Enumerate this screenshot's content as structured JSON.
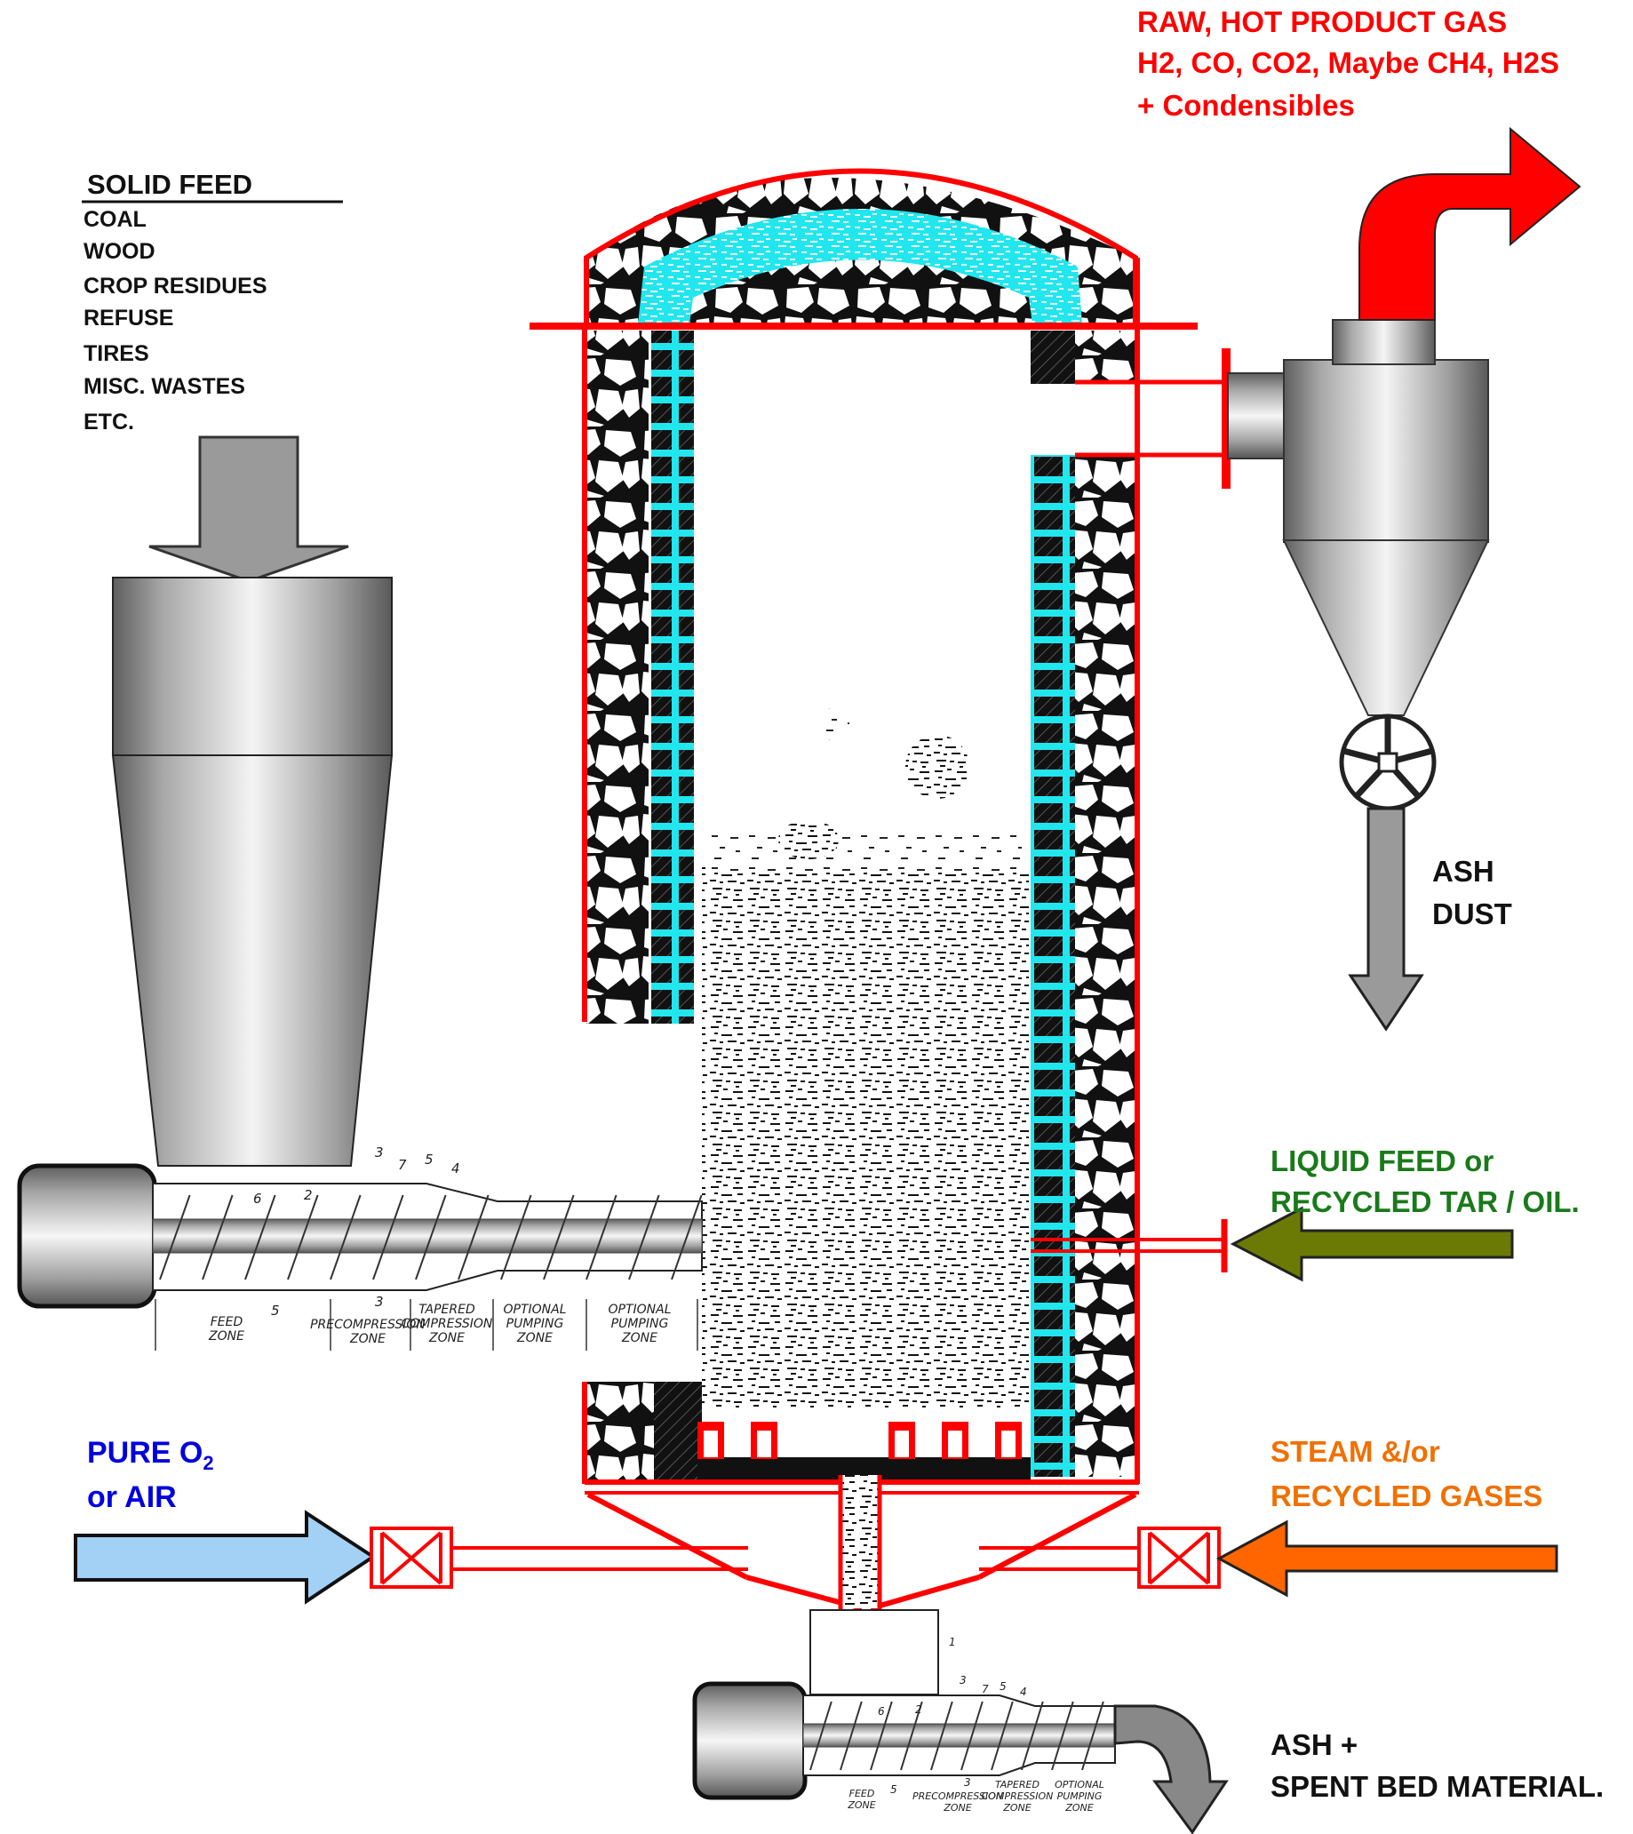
{
  "labels": {
    "product_gas": [
      "RAW, HOT PRODUCT GAS",
      "H2, CO, CO2, Maybe CH4, H2S",
      "+ Condensibles"
    ],
    "solid_feed_title": "SOLID FEED",
    "solid_feed_items": [
      "COAL",
      "WOOD",
      "CROP RESIDUES",
      "REFUSE",
      "TIRES",
      "MISC. WASTES",
      "ETC."
    ],
    "ash_dust": [
      "ASH",
      "DUST"
    ],
    "liquid_feed": [
      "LIQUID FEED or",
      "RECYCLED TAR / OIL."
    ],
    "oxygen": {
      "line1_prefix": "PURE  O",
      "line1_sub": "2",
      "line2": "or AIR"
    },
    "steam": [
      "STEAM   &/or",
      "RECYCLED GASES"
    ],
    "ash_out": [
      "ASH +",
      "SPENT BED MATERIAL."
    ]
  },
  "screw_feeder": {
    "zones": [
      [
        "FEED",
        "ZONE"
      ],
      [
        "PRECOMPRESSION",
        "ZONE"
      ],
      [
        "TAPERED",
        "COMPRESSION",
        "ZONE"
      ],
      [
        "OPTIONAL",
        "PUMPING",
        "ZONE"
      ],
      [
        "OPTIONAL",
        "PUMPING",
        "ZONE"
      ]
    ],
    "callouts": [
      "3",
      "6",
      "2",
      "7",
      "5",
      "4",
      "5",
      "3"
    ]
  },
  "ash_screw": {
    "zones": [
      [
        "FEED",
        "ZONE"
      ],
      [
        "PRECOMPRESSION",
        "ZONE"
      ],
      [
        "TAPERED",
        "COMPRESSION",
        "ZONE"
      ],
      [
        "OPTIONAL",
        "PUMPING",
        "ZONE"
      ]
    ],
    "callouts": [
      "1",
      "3",
      "6",
      "2",
      "7",
      "5",
      "4",
      "5",
      "3"
    ]
  },
  "colors": {
    "vessel": "#ff0000",
    "refractory": "#22e6ee",
    "product_gas_text": "#ff0000",
    "liquid_feed_text": "#1a7a1a",
    "liquid_feed_arrow": "#6b7a05",
    "oxygen_text": "#0000dd",
    "oxygen_arrow": "#a3d0f5",
    "steam_text": "#f07000",
    "steam_arrow": "#ff6600",
    "equipment_gray": "#9a9a9a"
  },
  "icons": [
    "down-arrow-icon",
    "rotary-valve-icon",
    "butterfly-valve-icon",
    "elbow-arrow-icon"
  ]
}
